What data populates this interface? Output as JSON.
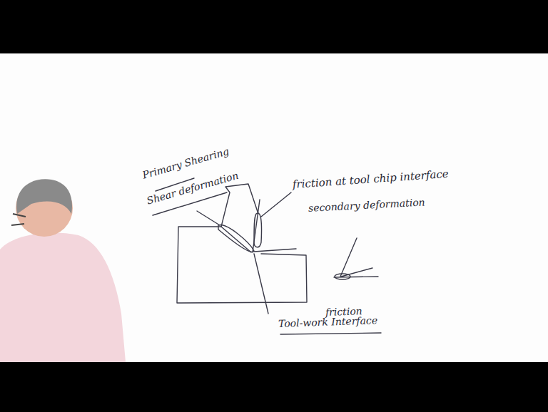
{
  "diagram": {
    "labels": [
      "Primary Shearing",
      "Shear deformation",
      "friction at tool chip interface",
      "secondary deformation",
      "friction",
      "Tool-work Interface"
    ]
  }
}
